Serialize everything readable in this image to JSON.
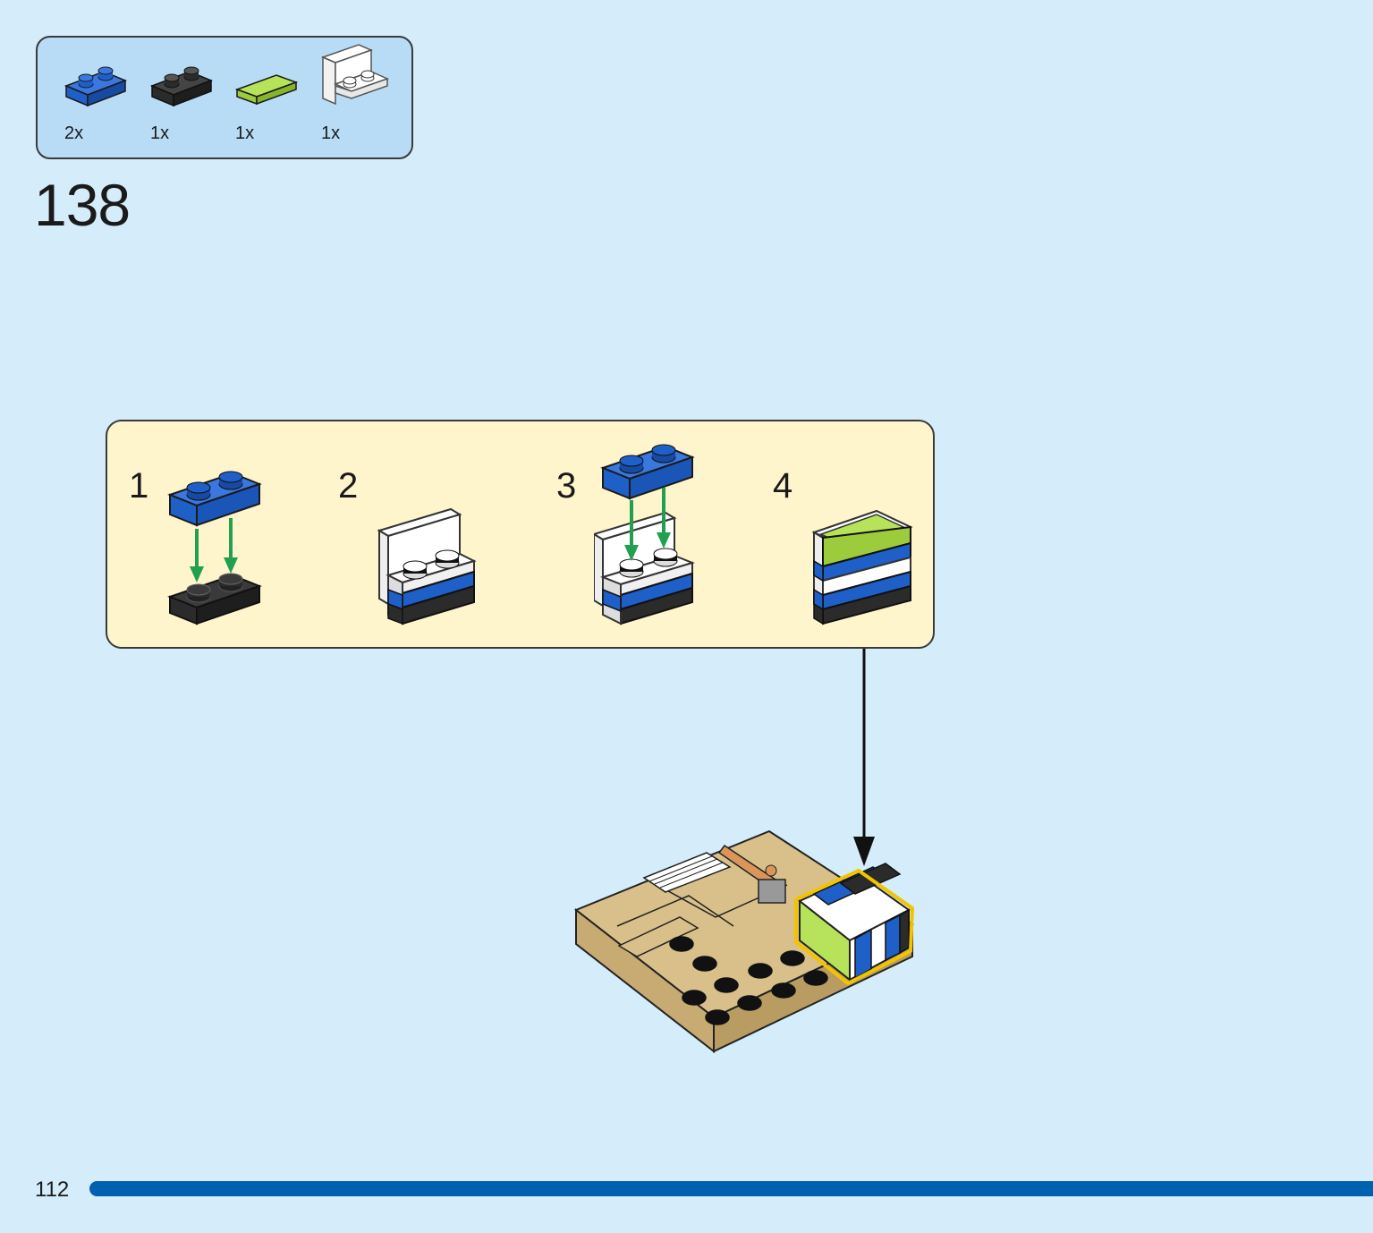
{
  "parts": {
    "items": [
      {
        "name": "blue-plate-1x2",
        "qty": "2x",
        "color": "#1f5fc8"
      },
      {
        "name": "black-plate-1x2",
        "qty": "1x",
        "color": "#2b2b2b"
      },
      {
        "name": "lime-tile-1x2",
        "qty": "1x",
        "color": "#a5d644"
      },
      {
        "name": "white-bracket-1x2",
        "qty": "1x",
        "color": "#ffffff"
      }
    ]
  },
  "step": {
    "number": "138"
  },
  "substeps": [
    {
      "number": "1"
    },
    {
      "number": "2"
    },
    {
      "number": "3"
    },
    {
      "number": "4"
    }
  ],
  "footer": {
    "page_number": "112"
  },
  "colors": {
    "background": "#d5ecfb",
    "parts_box": "#b8dcf6",
    "substep_box": "#fff5cc",
    "arrow_green": "#22a050",
    "highlight": "#f2c400",
    "progress": "#0060b0"
  }
}
